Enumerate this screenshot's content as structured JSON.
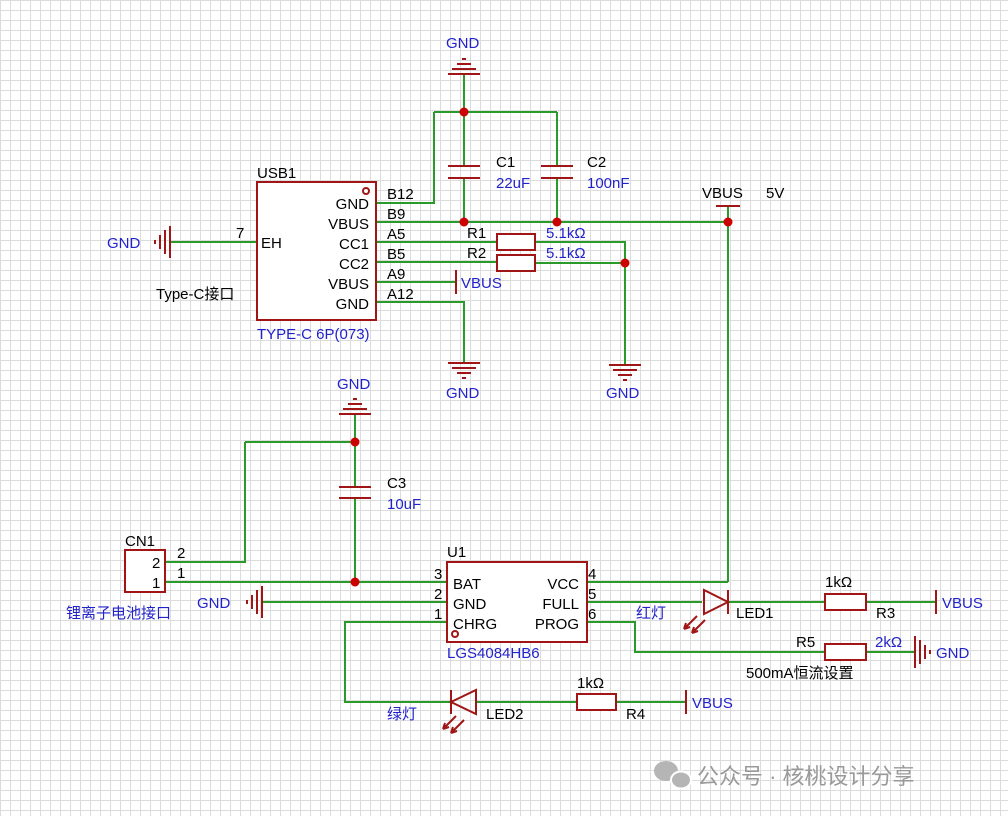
{
  "usb1": {
    "designator": "USB1",
    "part_name": "TYPE-C 6P(073)",
    "note": "Type-C接口",
    "pins_left": [
      {
        "num": "7",
        "name": "EH"
      }
    ],
    "pins_right": [
      {
        "num": "B12",
        "name": "GND"
      },
      {
        "num": "B9",
        "name": "VBUS"
      },
      {
        "num": "A5",
        "name": "CC1"
      },
      {
        "num": "B5",
        "name": "CC2"
      },
      {
        "num": "A9",
        "name": "VBUS"
      },
      {
        "num": "A12",
        "name": "GND"
      }
    ]
  },
  "u1": {
    "designator": "U1",
    "part_name": "LGS4084HB6",
    "pins_left": [
      {
        "num": "3",
        "name": "BAT"
      },
      {
        "num": "2",
        "name": "GND"
      },
      {
        "num": "1",
        "name": "CHRG"
      }
    ],
    "pins_right": [
      {
        "num": "4",
        "name": "VCC"
      },
      {
        "num": "5",
        "name": "FULL"
      },
      {
        "num": "6",
        "name": "PROG"
      }
    ]
  },
  "cn1": {
    "designator": "CN1",
    "pins": [
      "2",
      "1"
    ],
    "note": "锂离子电池接口"
  },
  "capacitors": [
    {
      "designator": "C1",
      "value": "22uF"
    },
    {
      "designator": "C2",
      "value": "100nF"
    },
    {
      "designator": "C3",
      "value": "10uF"
    }
  ],
  "resistors": [
    {
      "designator": "R1",
      "value": "5.1kΩ"
    },
    {
      "designator": "R2",
      "value": "5.1kΩ"
    },
    {
      "designator": "R3",
      "value": "1kΩ"
    },
    {
      "designator": "R4",
      "value": "1kΩ"
    },
    {
      "designator": "R5",
      "value": "2kΩ"
    }
  ],
  "leds": [
    {
      "designator": "LED1",
      "note": "红灯"
    },
    {
      "designator": "LED2",
      "note": "绿灯"
    }
  ],
  "nets": {
    "gnd": "GND",
    "vbus": "VBUS",
    "vbus_voltage": "5V"
  },
  "notes": {
    "prog": "500mA恒流设置"
  },
  "watermark": "公众号 · 核桃设计分享",
  "colors": {
    "wire": "#2a9a2a",
    "component": "#a01515",
    "label": "#2222cc",
    "junction": "#cc0000"
  }
}
